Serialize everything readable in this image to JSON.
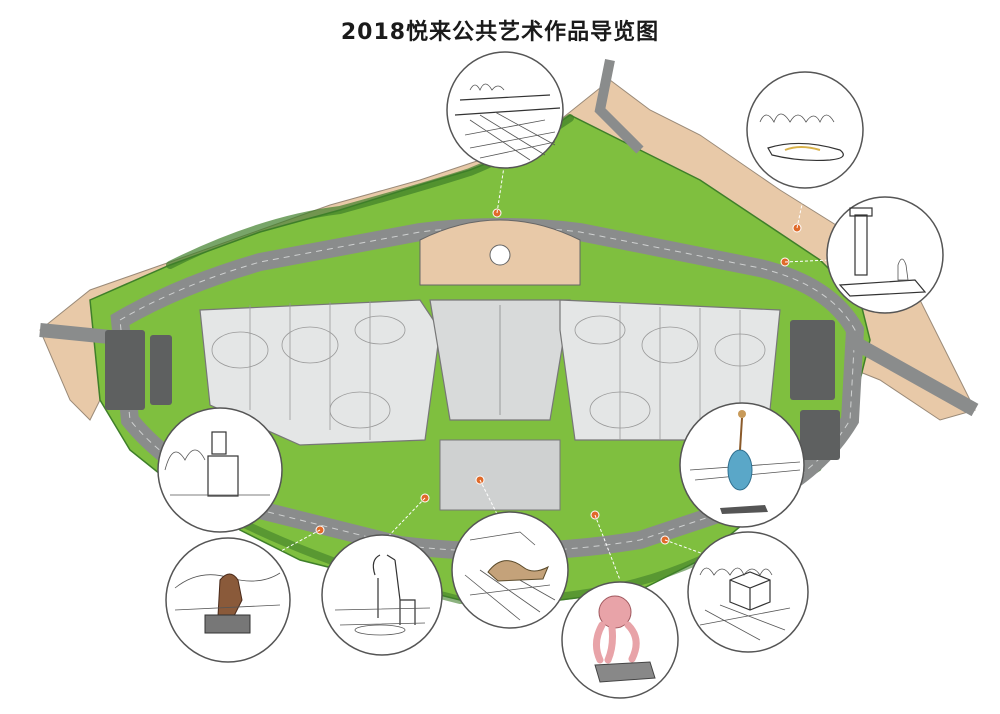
{
  "title": "2018悦来公共艺术作品导览图",
  "colors": {
    "park_green": "#7fbf3f",
    "dark_green": "#3f7f2a",
    "road_gray": "#8a8c8c",
    "road_dark": "#5e6060",
    "hall_roof": "#e4e6e6",
    "sand": "#e8c9a8",
    "marker_red": "#e06a2a",
    "pink_sculpture": "#e8a3a8",
    "blue_elephant": "#5aa7c8"
  },
  "vignettes": [
    {
      "name": "vignette-plaza-grid",
      "icon": "grid-plaza-sketch"
    },
    {
      "name": "vignette-riverside-ribbon",
      "icon": "ribbon-sculpture-sketch"
    },
    {
      "name": "vignette-column-monument",
      "icon": "column-monument-sketch"
    },
    {
      "name": "vignette-camera-sculpture",
      "icon": "camera-sculpture-sketch"
    },
    {
      "name": "vignette-blue-elephant",
      "icon": "elephant-balance-sketch"
    },
    {
      "name": "vignette-thinker",
      "icon": "thinker-sketch"
    },
    {
      "name": "vignette-giraffe-heron",
      "icon": "giraffe-sketch"
    },
    {
      "name": "vignette-reclining-figure",
      "icon": "reclining-figure-sketch"
    },
    {
      "name": "vignette-pink-figure",
      "icon": "pink-figure-sketch"
    },
    {
      "name": "vignette-cube-sculpture",
      "icon": "cube-sculpture-sketch"
    }
  ]
}
